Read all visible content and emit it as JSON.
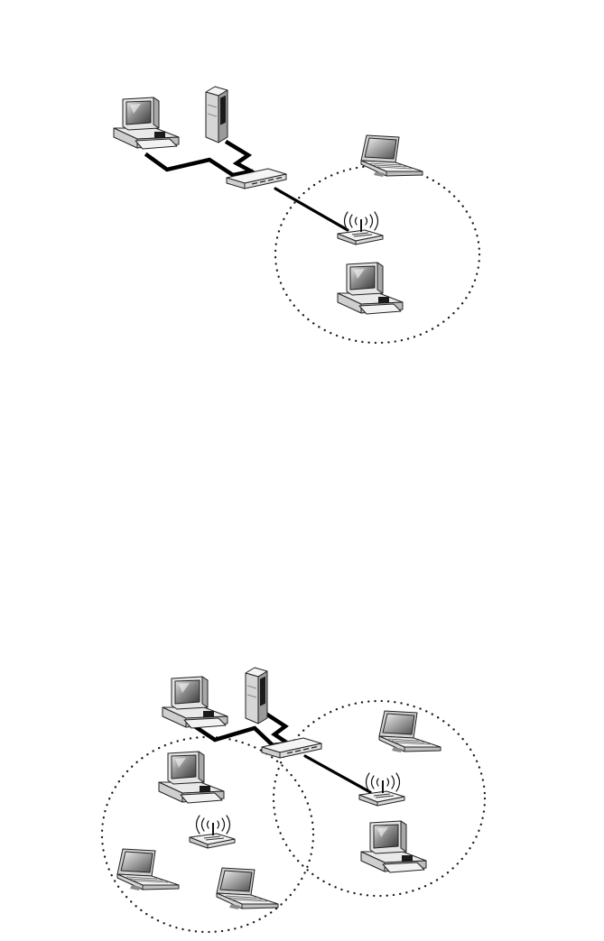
{
  "palette": {
    "line": "#000000",
    "case_light": "#f2f2f2",
    "case_mid": "#d9d9d9",
    "case_dark": "#9e9e9e",
    "screen": "#6f6f6f",
    "panel_dark": "#1c1c1c"
  },
  "icons": {
    "desktop": "desktop-computer-icon",
    "tower": "server-tower-icon",
    "switch": "network-switch-icon",
    "access_point": "wireless-access-point-icon",
    "laptop": "laptop-icon"
  },
  "diagrams": [
    {
      "id": "single-wireless-zone",
      "wired_devices": [
        "desktop",
        "tower"
      ],
      "hub": "switch",
      "wireless_zones": [
        {
          "access_point": true,
          "clients": [
            "laptop",
            "desktop"
          ]
        }
      ]
    },
    {
      "id": "two-wireless-zones",
      "wired_devices": [
        "desktop",
        "tower"
      ],
      "hub": "switch",
      "wireless_zones": [
        {
          "access_point": true,
          "clients": [
            "desktop",
            "laptop",
            "laptop"
          ]
        },
        {
          "access_point": true,
          "clients": [
            "laptop",
            "desktop"
          ]
        }
      ]
    }
  ]
}
